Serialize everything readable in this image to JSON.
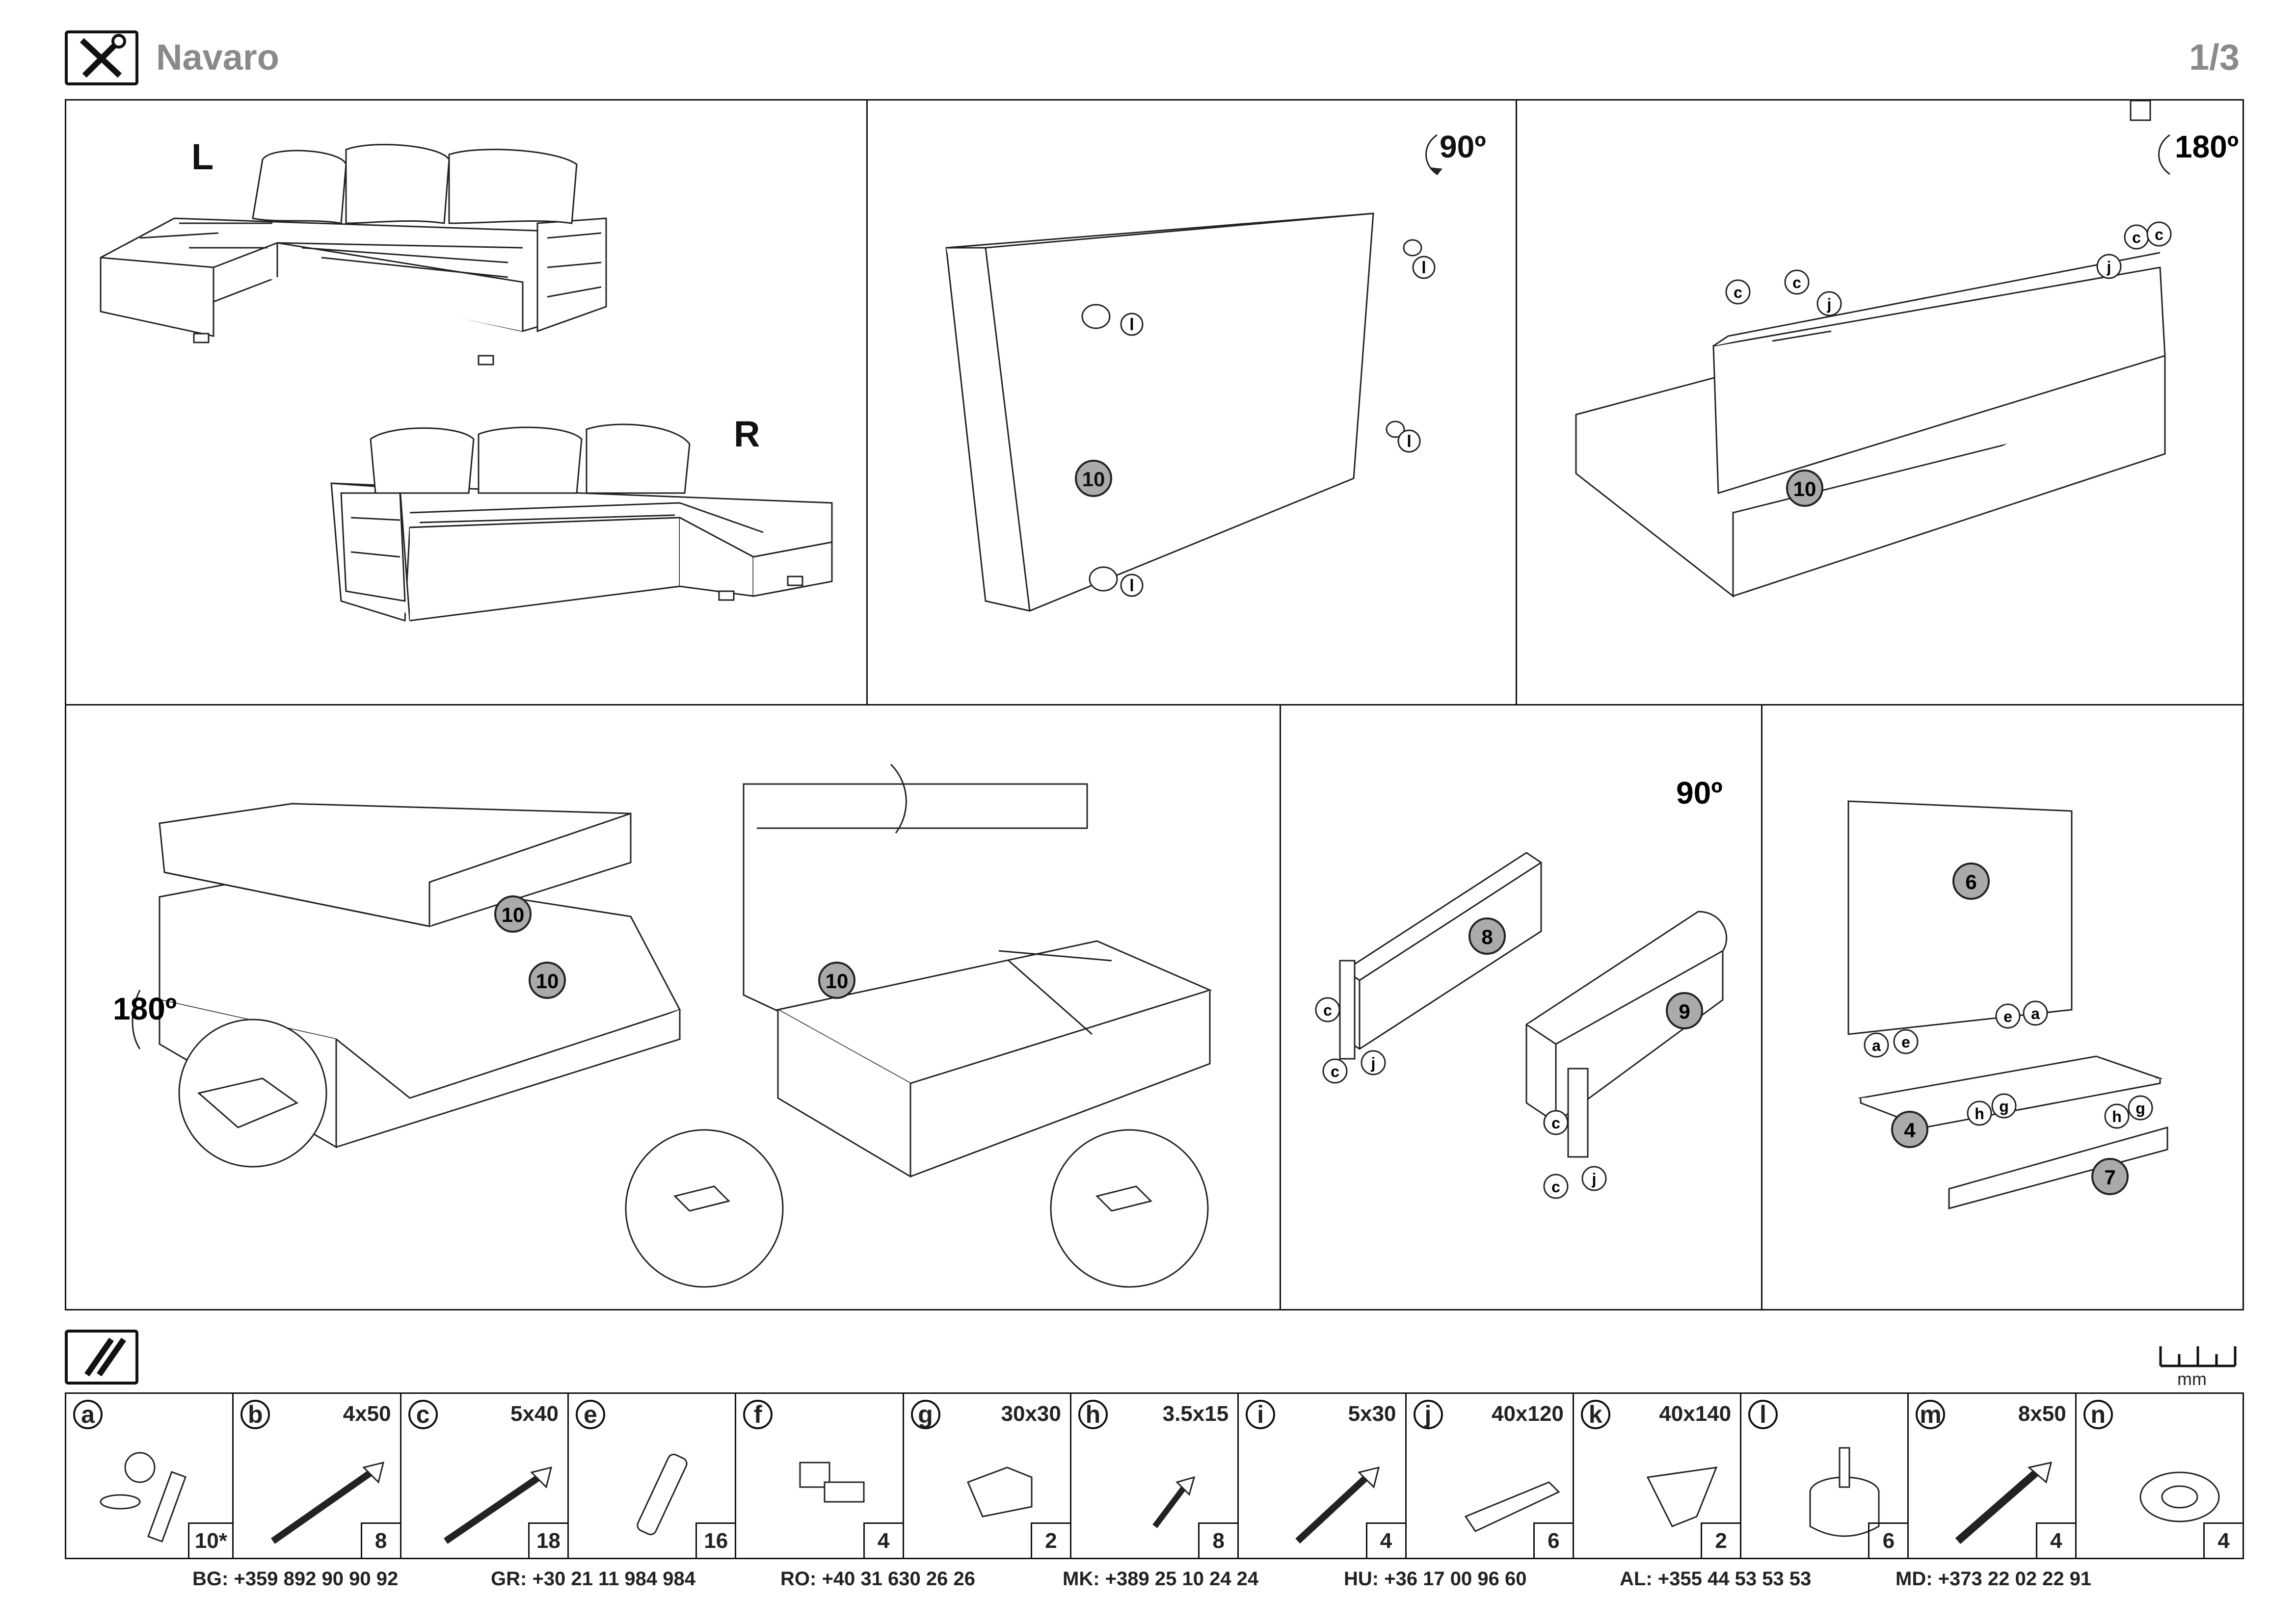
{
  "header": {
    "title": "Navaro",
    "page": "1/3"
  },
  "callouts": {
    "rot90": "90º",
    "rot180": "180º",
    "left": "L",
    "right": "R",
    "p4": "4",
    "p6": "6",
    "p7": "7",
    "p8": "8",
    "p9": "9",
    "p10": "10",
    "a": "a",
    "c": "c",
    "e": "e",
    "g": "g",
    "h": "h",
    "j": "j",
    "l": "l"
  },
  "units": {
    "ruler": "mm"
  },
  "parts": [
    {
      "letter": "a",
      "size": "",
      "qty": "10*"
    },
    {
      "letter": "b",
      "size": "4x50",
      "qty": "8"
    },
    {
      "letter": "c",
      "size": "5x40",
      "qty": "18"
    },
    {
      "letter": "e",
      "size": "",
      "qty": "16"
    },
    {
      "letter": "f",
      "size": "",
      "qty": "4"
    },
    {
      "letter": "g",
      "size": "30x30",
      "qty": "2"
    },
    {
      "letter": "h",
      "size": "3.5x15",
      "qty": "8"
    },
    {
      "letter": "i",
      "size": "5x30",
      "qty": "4"
    },
    {
      "letter": "j",
      "size": "40x120",
      "qty": "6"
    },
    {
      "letter": "k",
      "size": "40x140",
      "qty": "2"
    },
    {
      "letter": "l",
      "size": "",
      "qty": "6"
    },
    {
      "letter": "m",
      "size": "8x50",
      "qty": "4"
    },
    {
      "letter": "n",
      "size": "",
      "qty": "4"
    }
  ],
  "contacts": [
    {
      "code": "BG:",
      "phone": "+359 892 90 90 92"
    },
    {
      "code": "GR:",
      "phone": "+30 21 11 984 984"
    },
    {
      "code": "RO:",
      "phone": "+40 31 630 26 26"
    },
    {
      "code": "MK:",
      "phone": "+389 25 10 24 24"
    },
    {
      "code": "HU:",
      "phone": "+36 17 00 96 60"
    },
    {
      "code": "AL:",
      "phone": "+355 44 53 53 53"
    },
    {
      "code": "MD:",
      "phone": "+373 22 02 22 91"
    }
  ]
}
